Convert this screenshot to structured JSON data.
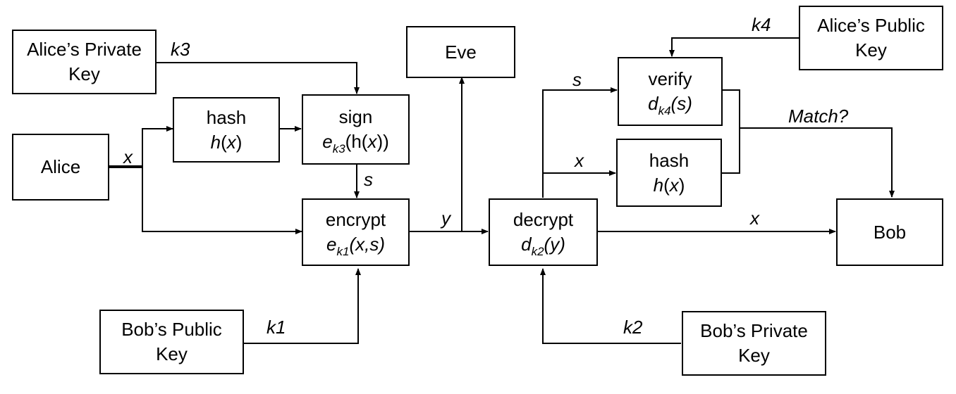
{
  "boxes": {
    "alice_private_key": {
      "line1": "Alice’s Private",
      "line2": "Key"
    },
    "alice": {
      "label": "Alice"
    },
    "hash1": {
      "title": "hash",
      "fn": "h",
      "arg": "x"
    },
    "sign": {
      "title": "sign",
      "fn": "e",
      "sub": "k3",
      "arg": "(h(",
      "arg_var": "x",
      "arg_end": "))"
    },
    "encrypt": {
      "title": "encrypt",
      "fn": "e",
      "sub": "k1",
      "args": "(x,s)"
    },
    "eve": {
      "label": "Eve"
    },
    "bob_public_key": {
      "line1": "Bob’s Public",
      "line2": "Key"
    },
    "decrypt": {
      "title": "decrypt",
      "fn": "d",
      "sub": "k2",
      "args": "(y)"
    },
    "verify": {
      "title": "verify",
      "fn": "d",
      "sub": "k4",
      "args": "(s)"
    },
    "hash2": {
      "title": "hash",
      "fn": "h",
      "arg": "x"
    },
    "alice_public_key": {
      "line1": "Alice’s Public",
      "line2": "Key"
    },
    "bob": {
      "label": "Bob"
    },
    "bob_private_key": {
      "line1": "Bob’s Private",
      "line2": "Key"
    }
  },
  "edge_labels": {
    "k3": "k3",
    "x_alice": "x",
    "s_sign": "s",
    "y_encrypt": "y",
    "k1": "k1",
    "k2": "k2",
    "k4": "k4",
    "s_verify": "s",
    "x_hash": "x",
    "match": "Match?",
    "x_bob": "x"
  }
}
